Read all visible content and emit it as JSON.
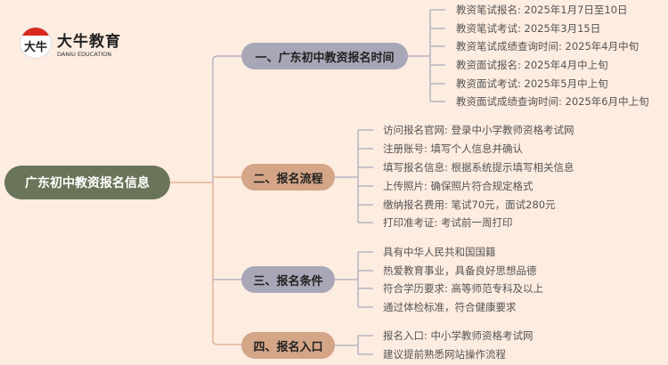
{
  "logo": {
    "mark": "大牛",
    "name": "大牛教育",
    "name_en": "DANIU EDUCATION"
  },
  "root": "广东初中教资报名信息",
  "branches": [
    {
      "label": "一、广东初中教资报名时间",
      "leaves": [
        "教资笔试报名: 2025年1月7日至10日",
        "教资笔试考试: 2025年3月15日",
        "教资笔试成绩查询时间: 2025年4月中旬",
        "教资面试报名: 2025年4月中上旬",
        "教资面试考试: 2025年5月中上旬",
        "教资面试成绩查询时间: 2025年6月中上旬"
      ]
    },
    {
      "label": "二、报名流程",
      "leaves": [
        "访问报名官网: 登录中小学教师资格考试网",
        "注册账号: 填写个人信息并确认",
        "填写报名信息: 根据系统提示填写相关信息",
        "上传照片: 确保照片符合规定格式",
        "缴纳报名费用: 笔试70元，面试280元",
        "打印准考证: 考试前一周打印"
      ]
    },
    {
      "label": "三、报名条件",
      "leaves": [
        "具有中华人民共和国国籍",
        "热爱教育事业，具备良好思想品德",
        "符合学历要求: 高等师范专科及以上",
        "通过体检标准，符合健康要求"
      ]
    },
    {
      "label": "四、报名入口",
      "leaves": [
        "报名入口: 中小学教师资格考试网",
        "建议提前熟悉网站操作流程"
      ]
    }
  ],
  "colors": {
    "background": "#fdece0",
    "root": "#6a7458",
    "gray": "#a8a7b7",
    "orange": "#d4a586"
  }
}
